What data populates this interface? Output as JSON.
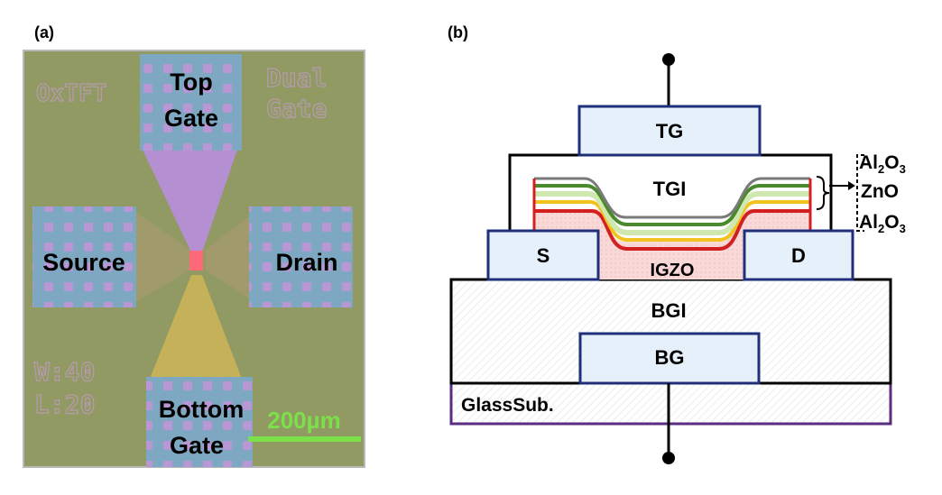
{
  "panel_a": {
    "label": "(a)",
    "mask_text": {
      "left": "OxTFT",
      "right_top": "Dual",
      "right_bottom": "Gate",
      "width": "W:40",
      "length": "L:20"
    },
    "pads": {
      "top_1": "Top",
      "top_2": "Gate",
      "source": "Source",
      "drain": "Drain",
      "bottom_1": "Bottom",
      "bottom_2": "Gate"
    },
    "scale_bar": "200µm",
    "colors": {
      "substrate": "#8f9a5f",
      "pad": "#7ea7c1",
      "top_gate": "#b48fd2",
      "bottom_gate": "#c4b15a",
      "channel": "#ff6a7a",
      "scale_bar": "#7be04a"
    }
  },
  "panel_b": {
    "label": "(b)",
    "layers": {
      "tg": "TG",
      "tgi": "TGI",
      "source": "S",
      "drain": "D",
      "igzo": "IGZO",
      "bgi": "BGI",
      "bg": "BG",
      "substrate": "GlassSub."
    },
    "stack": {
      "al2o3_top": "Al",
      "al2o3_top_sub": "2",
      "al2o3_top_o": "O",
      "al2o3_top_sub2": "3",
      "zno": "ZnO",
      "al2o3_bot": "Al",
      "al2o3_bot_sub": "2",
      "al2o3_bot_o": "O",
      "al2o3_bot_sub2": "3"
    },
    "colors": {
      "electrode_fill": "#e6f0fa",
      "electrode_stroke": "#1f2f7a",
      "substrate_stroke": "#5a2d82",
      "green": "#4a8a2c",
      "light_green": "#cfe8b0",
      "yellow": "#f2c21e",
      "red": "#d21f1f",
      "pink": "#f7cccc",
      "gray": "#7a7a7a"
    }
  }
}
